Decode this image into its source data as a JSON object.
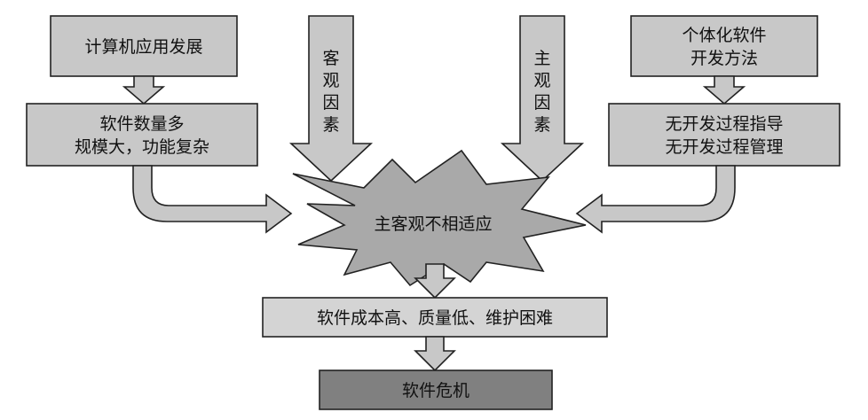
{
  "boxes": {
    "computer_dev": "计算机应用发展",
    "software_quantity": [
      "软件数量多",
      "规模大，功能复杂"
    ],
    "individual_method": [
      "个体化软件",
      "开发方法"
    ],
    "no_guidance": [
      "无开发过程指导",
      "无开发过程管理"
    ],
    "cost_box": "软件成本高、质量低、维护困难",
    "crisis_box": "软件危机"
  },
  "arrows": {
    "objective": [
      "客",
      "观",
      "因",
      "素"
    ],
    "subjective": [
      "主",
      "观",
      "因",
      "素"
    ]
  },
  "center": {
    "label": "主客观不相适应"
  },
  "colors": {
    "box_fill": "#c8c8c8",
    "arrow_fill": "#c8c8c8",
    "burst_fill": "#a9a9a9",
    "crisis_fill": "#808080",
    "cost_fill": "#d4d4d4",
    "outline": "#222222"
  }
}
